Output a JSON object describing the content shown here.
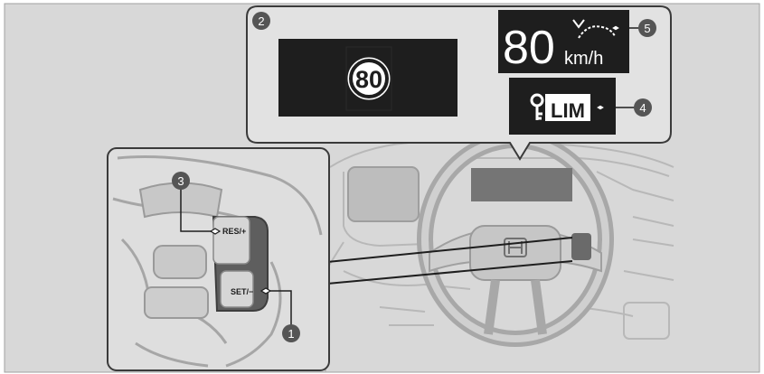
{
  "callouts": [
    "1",
    "2",
    "3",
    "4",
    "5"
  ],
  "sign_speed": "80",
  "speed_display": {
    "value": "80",
    "unit": "km/h"
  },
  "limiter_label": "LIM",
  "buttons": {
    "res": "RES/+",
    "set": "SET/−"
  },
  "colors": {
    "background": "#d8d8d8",
    "panel": "#e2e2e2",
    "display": "#1e1e1e",
    "outline": "#3a3a3a",
    "badge": "#555555"
  },
  "icons": [
    "speed-sign-icon",
    "speed-limiter-icon",
    "speed-trend-icon",
    "honda-logo-icon"
  ]
}
